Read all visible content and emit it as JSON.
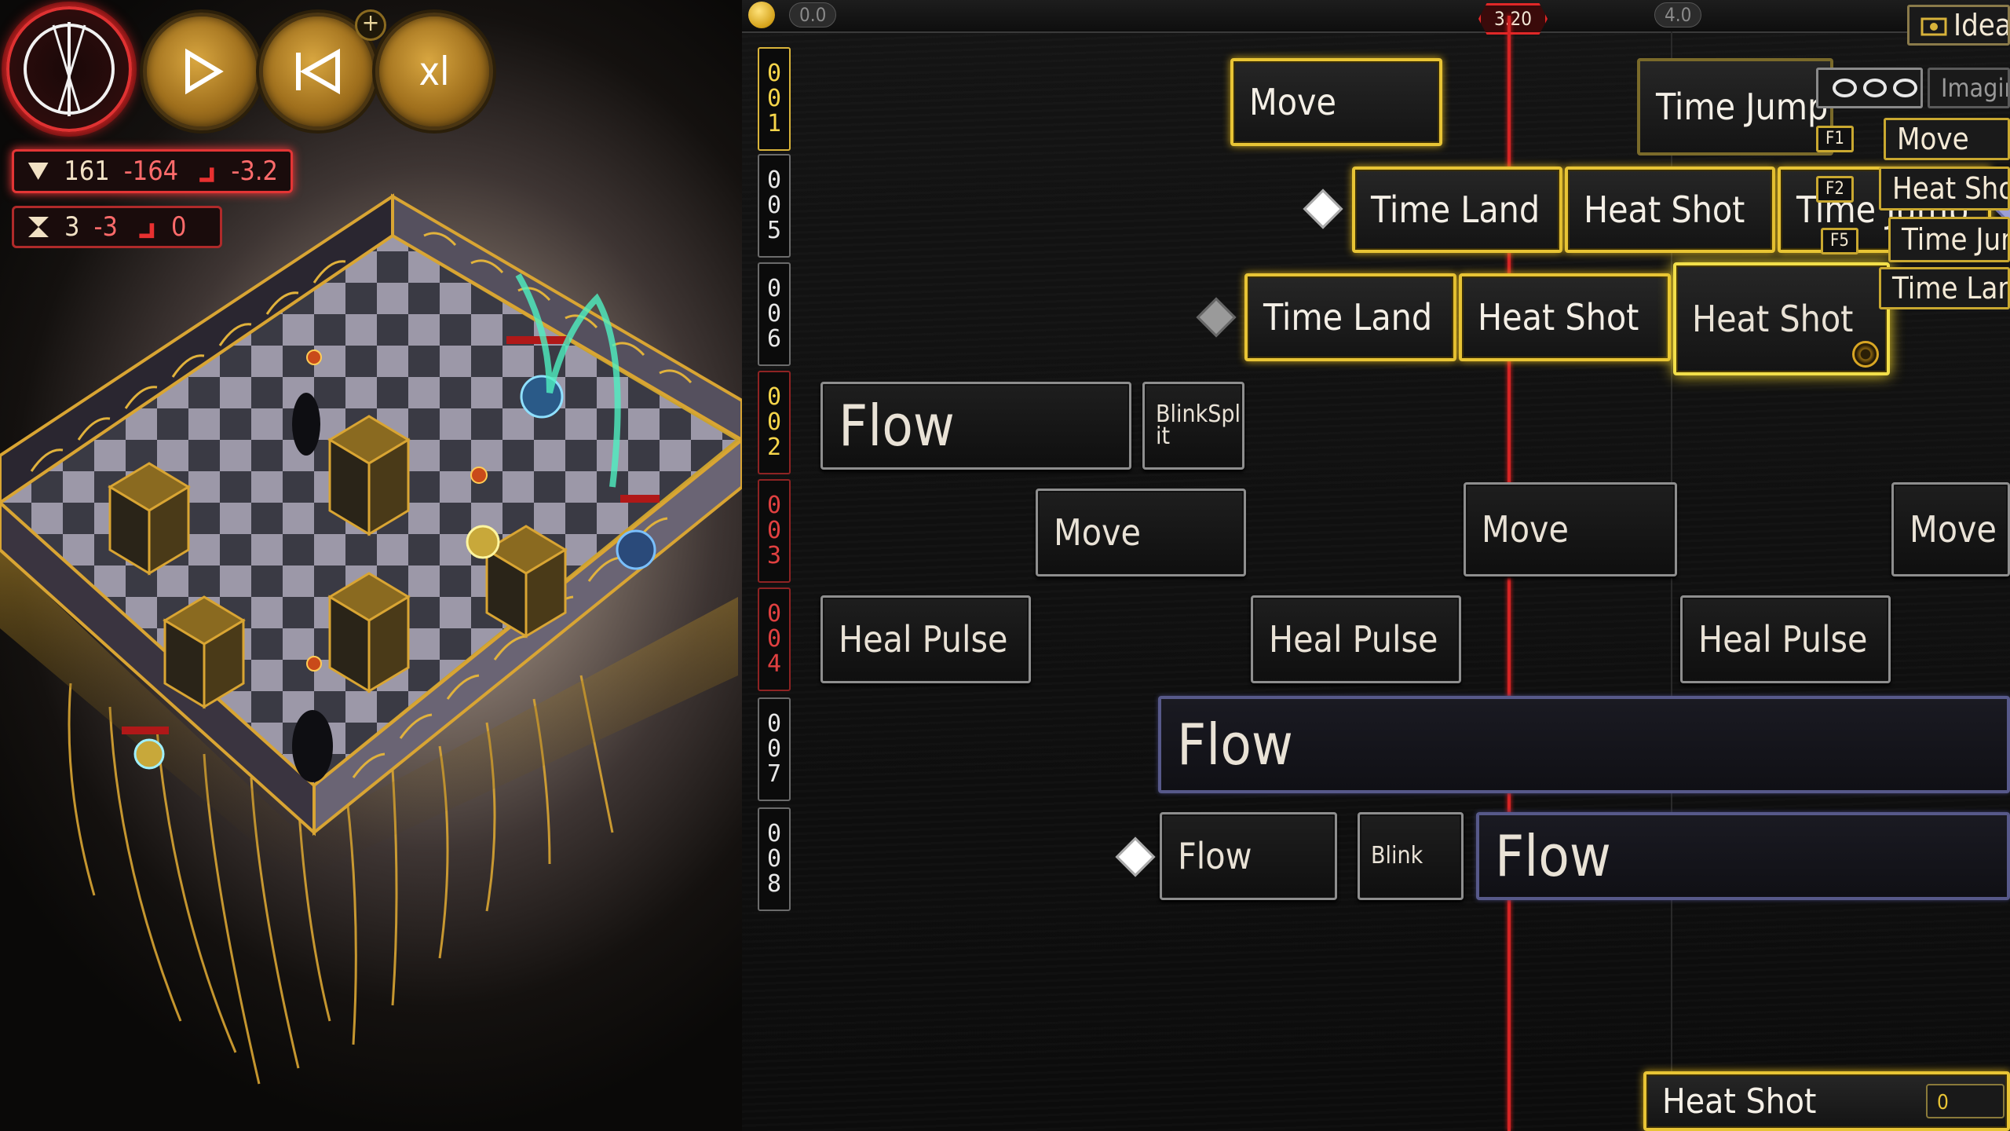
{
  "hud": {
    "controls": {
      "speed_label": "xl"
    },
    "stat_primary": {
      "a": "161",
      "b": "-164",
      "c": "-3.2"
    },
    "stat_secondary": {
      "a": "3",
      "b": "-3",
      "c": "0"
    }
  },
  "timeline": {
    "ticks": [
      "0.0",
      "4.0"
    ],
    "current_time": "3.20",
    "rows": [
      "001",
      "005",
      "006",
      "002",
      "003",
      "004",
      "007",
      "008"
    ],
    "tiles": {
      "r1_move": "Move",
      "r1_time_jump": "Time Jump",
      "r2_time_land": "Time Land",
      "r2_heat_shot": "Heat Shot",
      "r2_time_jump": "Time Jump",
      "r3_time_land": "Time Land",
      "r3_heat_shot_a": "Heat Shot",
      "r3_heat_shot_b": "Heat Shot",
      "r4_flow": "Flow",
      "r4_blinksplit": "BlinkSplit",
      "r5_move_a": "Move",
      "r5_move_b": "Move",
      "r5_move_c": "Move",
      "r6_heal_a": "Heal Pulse",
      "r6_heal_b": "Heal Pulse",
      "r6_heal_c": "Heal Pulse",
      "r7_flow": "Flow",
      "r8_flow_a": "Flow",
      "r8_blink": "Blink",
      "r8_flow_b": "Flow"
    },
    "side_panel": {
      "ideas": "Ideas",
      "imagine": "Imagine",
      "keys": {
        "f1": "F1",
        "f2": "F2",
        "f5": "F5"
      },
      "items": [
        "Move",
        "Heat Shot",
        "Time Jump",
        "Time Land"
      ],
      "bottom_tile": "Heat Shot",
      "bottom_counter": "0"
    },
    "colors": {
      "playhead": "#d42424",
      "gold": "#e8c435",
      "purple": "#57598a",
      "alert_red": "#e33535"
    }
  }
}
